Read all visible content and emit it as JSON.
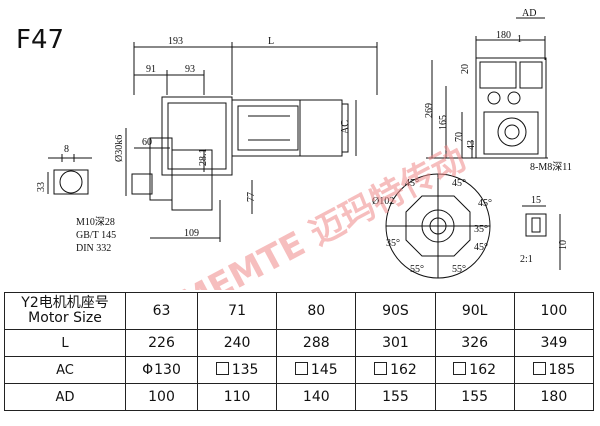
{
  "model": "F47",
  "watermark": "MEMTE 迈玛特传动",
  "side_view": {
    "dims": {
      "d193": "193",
      "dL": "L",
      "d91": "91",
      "d93": "93",
      "d60": "60",
      "d8": "8",
      "d33": "33",
      "d30k6": "Ø30k6",
      "d28_1": "28.1",
      "d77": "77",
      "d109": "109",
      "dAC": "AC"
    },
    "notes": [
      "M10深28",
      "GB/T 145",
      "DIN 332"
    ]
  },
  "end_view": {
    "dims": {
      "dAD": "AD",
      "d180": "180",
      "d1": "1",
      "d20": "20",
      "d269": "269",
      "d165": "165",
      "d70": "70",
      "d43": "43",
      "d8m8": "8-M8深11"
    }
  },
  "flange_view": {
    "dims": [
      "45°",
      "45°",
      "45°",
      "45°",
      "35°",
      "35°",
      "55°",
      "55°",
      "Ø102"
    ]
  },
  "key_view": {
    "dims": {
      "d15": "15",
      "d10": "10",
      "ratio": "2:1"
    }
  },
  "table": {
    "header_label_cn": "Y2电机机座号",
    "header_label_en": "Motor Size",
    "sizes": [
      "63",
      "71",
      "80",
      "90S",
      "90L",
      "100"
    ],
    "rows": [
      {
        "label": "L",
        "values": [
          "226",
          "240",
          "288",
          "301",
          "326",
          "349"
        ],
        "marker": ""
      },
      {
        "label": "AC",
        "values": [
          "130",
          "135",
          "145",
          "162",
          "162",
          "185"
        ],
        "marker": "box",
        "first_marker": "phi"
      },
      {
        "label": "AD",
        "values": [
          "100",
          "110",
          "140",
          "155",
          "155",
          "180"
        ],
        "marker": ""
      }
    ],
    "phi_symbol": "Φ"
  }
}
